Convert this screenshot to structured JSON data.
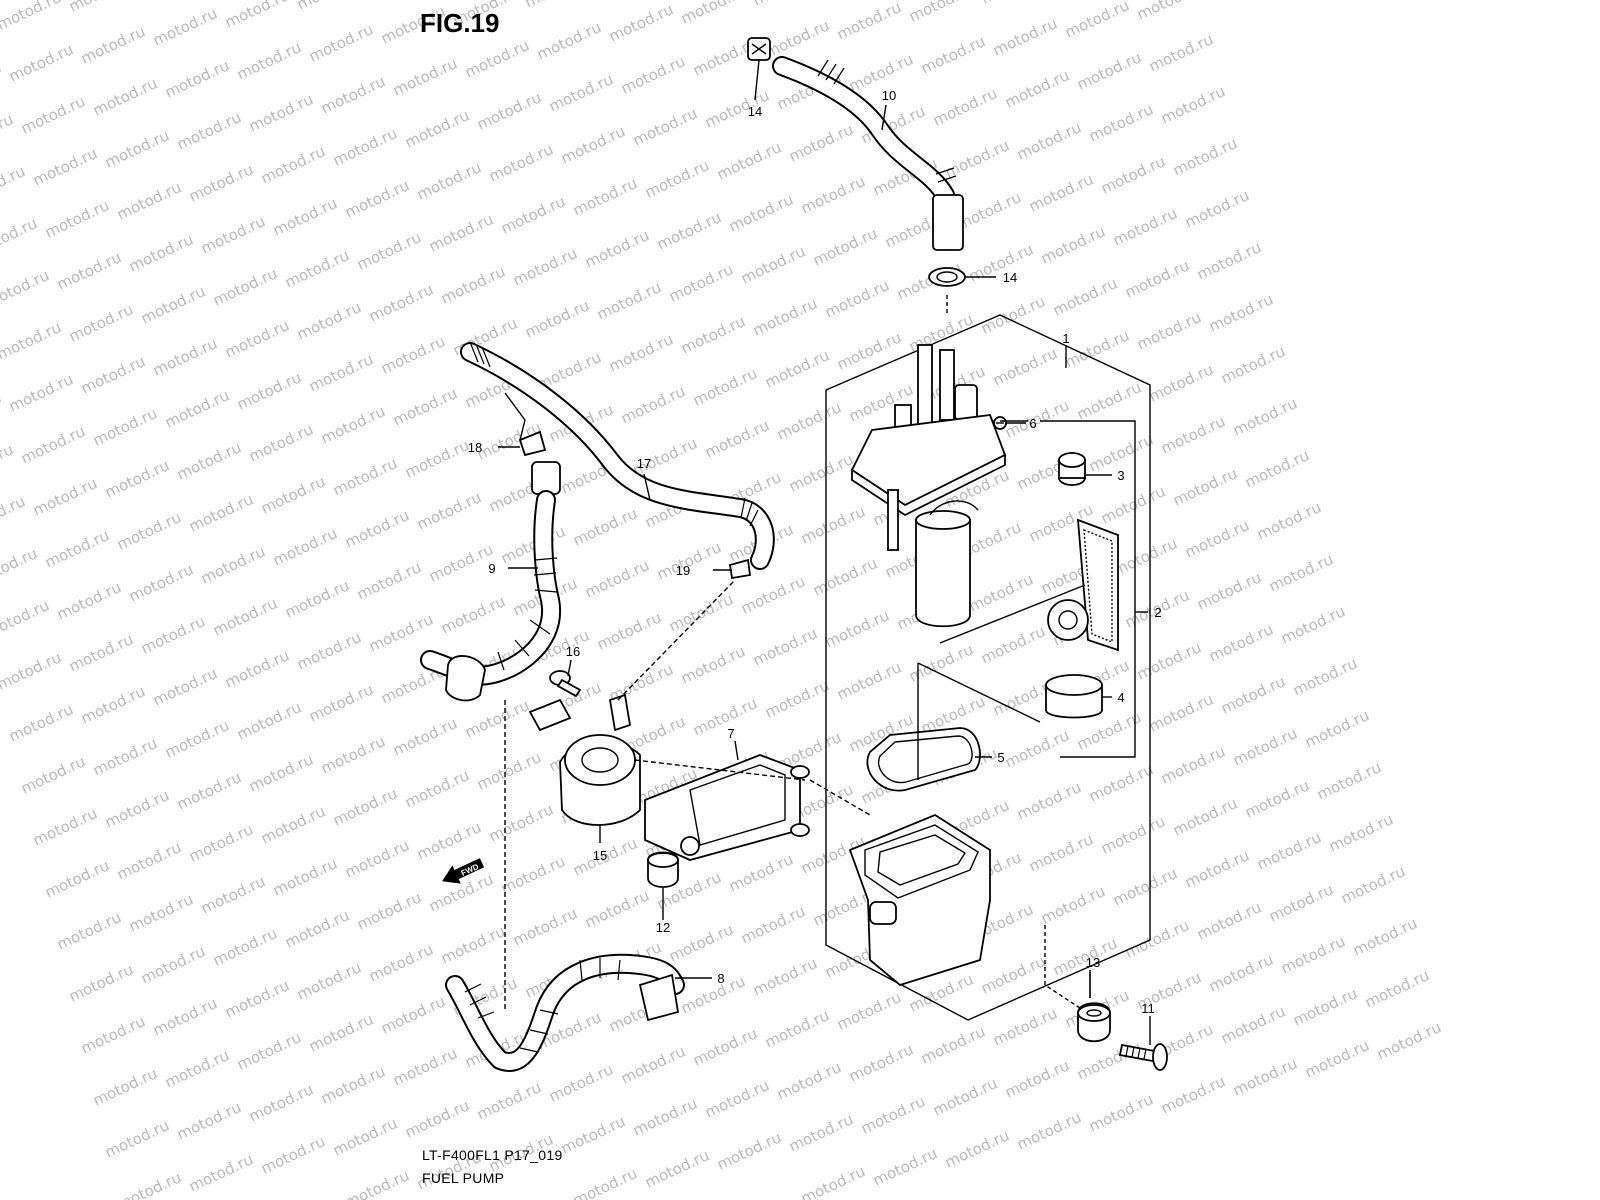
{
  "figure": {
    "title": "FIG.19",
    "model_code": "LT-F400FL1 P17_019",
    "caption": "FUEL PUMP"
  },
  "watermark": "motod.ru",
  "fwd_arrow": "FWD",
  "callouts": {
    "c1": "1",
    "c2": "2",
    "c3": "3",
    "c4": "4",
    "c5": "5",
    "c6": "6",
    "c7": "7",
    "c8": "8",
    "c9": "9",
    "c10": "10",
    "c11": "11",
    "c12": "12",
    "c13": "13",
    "c14a": "14",
    "c14b": "14",
    "c15": "15",
    "c16": "16",
    "c17": "17",
    "c18": "18",
    "c19": "19"
  }
}
